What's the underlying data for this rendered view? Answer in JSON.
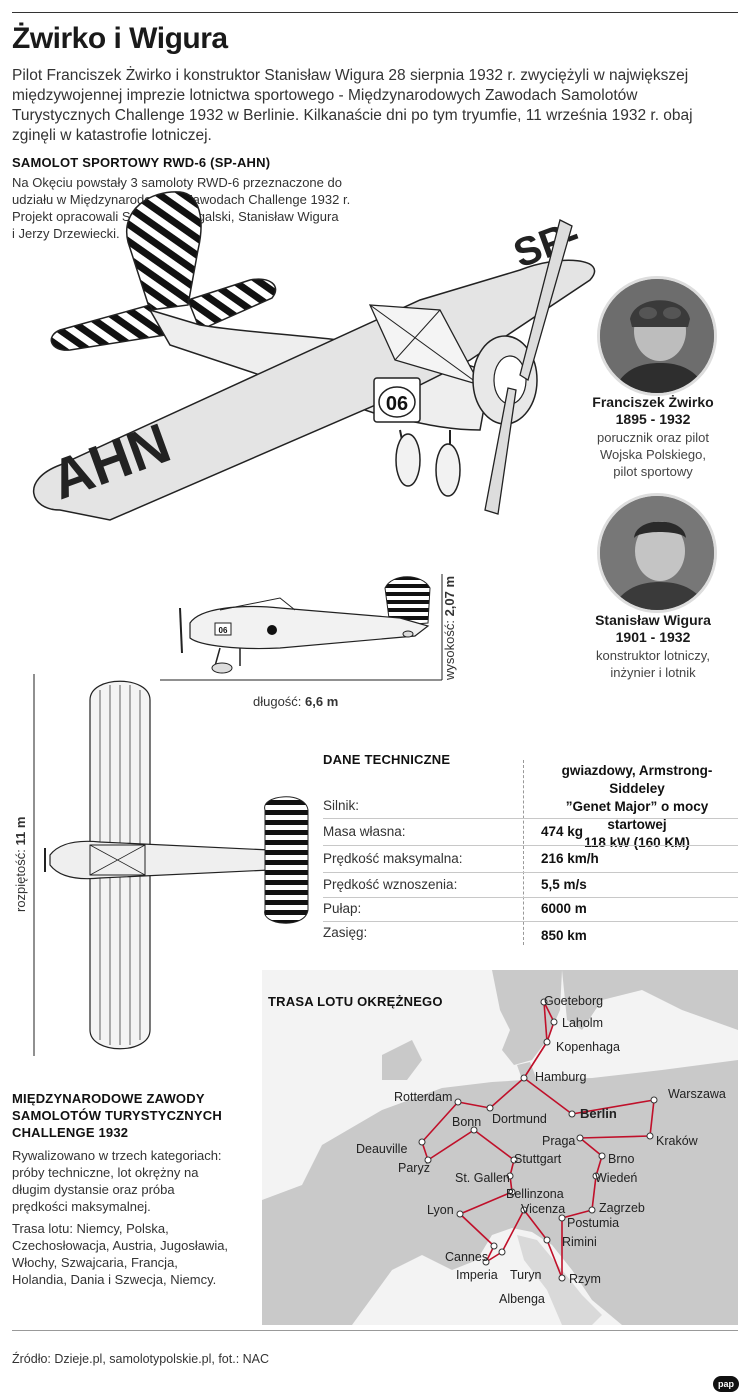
{
  "title": "Żwirko i Wigura",
  "intro": "Pilot Franciszek Żwirko i konstruktor Stanisław Wigura 28 sierpnia 1932 r. zwyciężyli w największej międzywojennej imprezie lotnictwa sportowego - Międzynarodowych Zawodach Samolotów Turystycznych Challenge 1932 w Berlinie. Kilkanaście dni po tym tryumfie, 11 września 1932 r. obaj zginęli w katastrofie lotniczej.",
  "aircraft": {
    "heading": "SAMOLOT SPORTOWY RWD-6 (SP-AHN)",
    "description_lines": [
      "Na Okęciu powstały 3 samoloty RWD-6 przeznaczone do",
      "udziału w Międzynarodowych Zawodach Challenge 1932 r.",
      "Projekt opracowali Stanisław Rogalski, Stanisław Wigura",
      "i Jerzy Drzewiecki."
    ],
    "race_number": "06",
    "wing_letters_upper": "SP-",
    "wing_letters_lower": "AHN",
    "height_label": "wysokość: ",
    "height_value": "2,07 m",
    "length_label": "długość: ",
    "length_value": "6,6 m",
    "span_label": "rozpiętość: ",
    "span_value": "11 m"
  },
  "people": [
    {
      "name": "Franciszek Żwirko",
      "years": "1895 - 1932",
      "desc_lines": [
        "porucznik oraz pilot",
        "Wojska Polskiego,",
        "pilot sportowy"
      ]
    },
    {
      "name": "Stanisław Wigura",
      "years": "1901 - 1932",
      "desc_lines": [
        "konstruktor lotniczy,",
        "inżynier i lotnik"
      ]
    }
  ],
  "specs": {
    "heading": "DANE TECHNICZNE",
    "rows": [
      {
        "label": "Silnik:",
        "value_lines": [
          "gwiazdowy, Armstrong-Siddeley",
          "”Genet Major” o mocy startowej",
          "118 kW (160 KM)"
        ]
      },
      {
        "label": "Masa własna:",
        "value": "474 kg"
      },
      {
        "label": "Prędkość maksymalna:",
        "value": "216 km/h"
      },
      {
        "label": "Prędkość wznoszenia:",
        "value": "5,5 m/s"
      },
      {
        "label": "Pułap:",
        "value": "6000 m"
      },
      {
        "label": "Zasięg:",
        "value": "850 km"
      }
    ]
  },
  "challenge": {
    "heading_lines": [
      "MIĘDZYNARODOWE ZAWODY",
      "SAMOLOTÓW TURYSTYCZNYCH",
      "CHALLENGE 1932"
    ],
    "para1_lines": [
      "Rywalizowano w trzech kategoriach:",
      "próby techniczne, lot okrężny na",
      "długim dystansie oraz próba",
      "prędkości maksymalnej."
    ],
    "para2_lines": [
      "Trasa lotu: Niemcy, Polska,",
      "Czechosłowacja, Austria, Jugosławia,",
      "Włochy, Szwajcaria, Francja,",
      "Holandia, Dania i Szwecja, Niemcy."
    ]
  },
  "map": {
    "heading": "TRASA LOTU OKRĘŻNEGO",
    "route_color": "#c0102a",
    "cities": {
      "goeteborg": "Goeteborg",
      "laholm": "Laholm",
      "kopenhaga": "Kopenhaga",
      "hamburg": "Hamburg",
      "warszawa": "Warszawa",
      "berlin": "Berlin",
      "rotterdam": "Rotterdam",
      "dortmund": "Dortmund",
      "bonn": "Bonn",
      "krakow": "Kraków",
      "praga": "Praga",
      "deauville": "Deauville",
      "stuttgart": "Stuttgart",
      "brno": "Brno",
      "paryz": "Paryż",
      "wieden": "Wiedeń",
      "stgallen": "St. Gallen",
      "bellinzona": "Bellinzona",
      "zagrzeb": "Zagrzeb",
      "lyon": "Lyon",
      "vicenza": "Vicenza",
      "postumia": "Postumia",
      "rimini": "Rimini",
      "cannes": "Cannes",
      "imperia": "Imperia",
      "turyn": "Turyn",
      "rzym": "Rzym",
      "albenga": "Albenga"
    }
  },
  "footer": "Źródło: Dzieje.pl, samolotypolskie.pl, fot.: NAC",
  "logo": "pap"
}
